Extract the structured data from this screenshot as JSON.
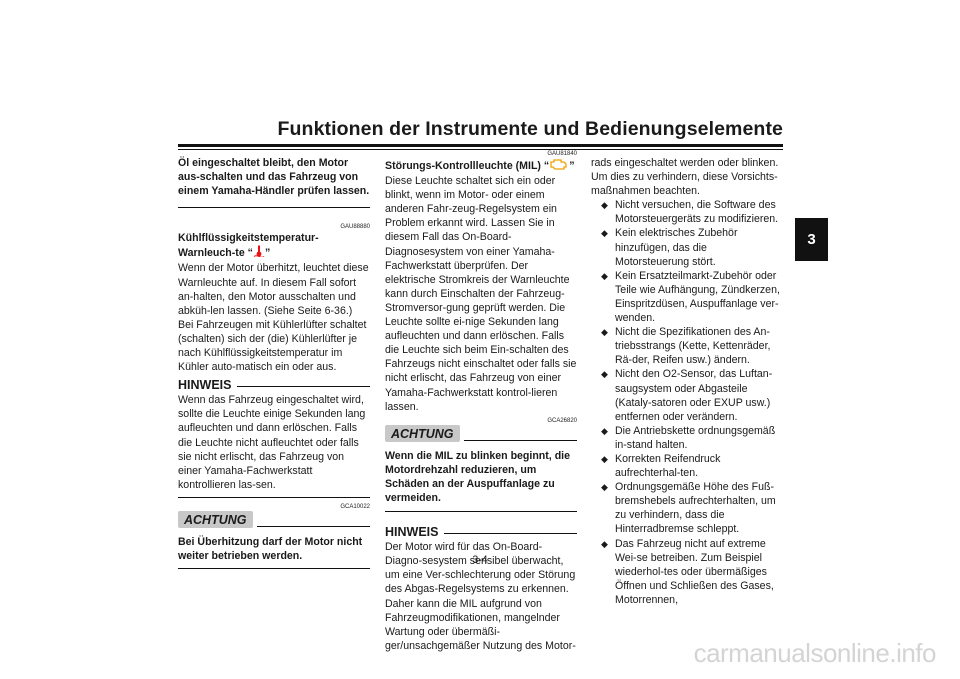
{
  "header": {
    "title": "Funktionen der Instrumente und Bedienungselemente",
    "chapter_tab": "3"
  },
  "col1": {
    "oil_warning": "Öl eingeschaltet bleibt, den Motor aus-schalten und das Fahrzeug von einem Yamaha-Händler prüfen lassen.",
    "code1": "GAU88880",
    "coolant_heading_a": "Kühlflüssigkeitstemperatur-Warnleuch-te “",
    "coolant_heading_b": "”",
    "coolant_body": "Wenn der Motor überhitzt, leuchtet diese Warnleuchte auf. In diesem Fall sofort an-halten, den Motor ausschalten und abküh-len lassen. (Siehe Seite 6-36.)",
    "coolant_body2": "Bei Fahrzeugen mit Kühlerlüfter schaltet (schalten) sich der (die) Kühlerlüfter je nach Kühlflüssigkeitstemperatur im Kühler auto-matisch ein oder aus.",
    "hinweis_label": "HINWEIS",
    "hinweis_body": "Wenn das Fahrzeug eingeschaltet wird, sollte die Leuchte einige Sekunden lang aufleuchten und dann erlöschen. Falls die Leuchte nicht aufleuchtet oder falls sie nicht erlischt, das Fahrzeug von einer Yamaha-Fachwerkstatt kontrollieren las-sen.",
    "code2": "GCA10022",
    "achtung_label": "ACHTUNG",
    "achtung_body": "Bei Überhitzung darf der Motor nicht weiter betrieben werden."
  },
  "col2": {
    "code1": "GAU81840",
    "mil_heading_a": "Störungs-Kontrollleuchte (MIL) “",
    "mil_heading_b": "”",
    "mil_body": "Diese Leuchte schaltet sich ein oder blinkt, wenn im Motor- oder einem anderen Fahr-zeug-Regelsystem ein Problem erkannt wird. Lassen Sie in diesem Fall das On-Board-Diagnosesystem von einer Yamaha-Fachwerkstatt überprüfen. Der elektrische Stromkreis der Warnleuchte kann durch Einschalten der Fahrzeug-Stromversor-gung geprüft werden. Die Leuchte sollte ei-nige Sekunden lang aufleuchten und dann erlöschen. Falls die Leuchte sich beim Ein-schalten des Fahrzeugs nicht einschaltet oder falls sie nicht erlischt, das Fahrzeug von einer Yamaha-Fachwerkstatt kontrol-lieren lassen.",
    "code2": "GCA26820",
    "achtung_label": "ACHTUNG",
    "achtung_body": "Wenn die MIL zu blinken beginnt, die Motordrehzahl reduzieren, um Schäden an der Auspuffanlage zu vermeiden.",
    "hinweis_label": "HINWEIS",
    "hinweis_body": "Der Motor wird für das On-Board-Diagno-sesystem sensibel überwacht, um eine Ver-schlechterung oder Störung des Abgas-Regelsystems zu erkennen. Daher kann die MIL aufgrund von Fahrzeugmodifikationen, mangelnder Wartung oder übermäßi-ger/unsachgemäßer Nutzung des Motor-"
  },
  "col3": {
    "intro": "rads eingeschaltet werden oder blinken. Um dies zu verhindern, diese Vorsichts-maßnahmen beachten.",
    "bullet_glyph": "◆",
    "bullets": [
      "Nicht versuchen, die Software des Motorsteuergeräts zu modifizieren.",
      "Kein elektrisches Zubehör hinzufügen, das die Motorsteuerung stört.",
      "Kein Ersatzteilmarkt-Zubehör oder Teile wie Aufhängung, Zündkerzen, Einspritzdüsen, Auspuffanlage ver-wenden.",
      "Nicht die Spezifikationen des An-triebsstrangs (Kette, Kettenräder, Rä-der, Reifen usw.) ändern.",
      "Nicht den O2-Sensor, das Luftan-saugsystem oder Abgasteile (Kataly-satoren oder EXUP usw.) entfernen oder verändern.",
      "Die Antriebskette ordnungsgemäß in-stand halten.",
      "Korrekten Reifendruck aufrechterhal-ten.",
      "Ordnungsgemäße Höhe des Fuß-bremshebels aufrechterhalten, um zu verhindern, dass die Hinterradbremse schleppt.",
      "Das Fahrzeug nicht auf extreme Wei-se betreiben. Zum Beispiel wiederhol-tes oder übermäßiges Öffnen und Schließen des Gases, Motorrennen,"
    ]
  },
  "footer": {
    "page": "3-4",
    "watermark": "carmanualsonline.info"
  },
  "icons": {
    "coolant": "coolant-temperature-icon",
    "mil": "engine-check-icon",
    "accent": "#e11"
  }
}
